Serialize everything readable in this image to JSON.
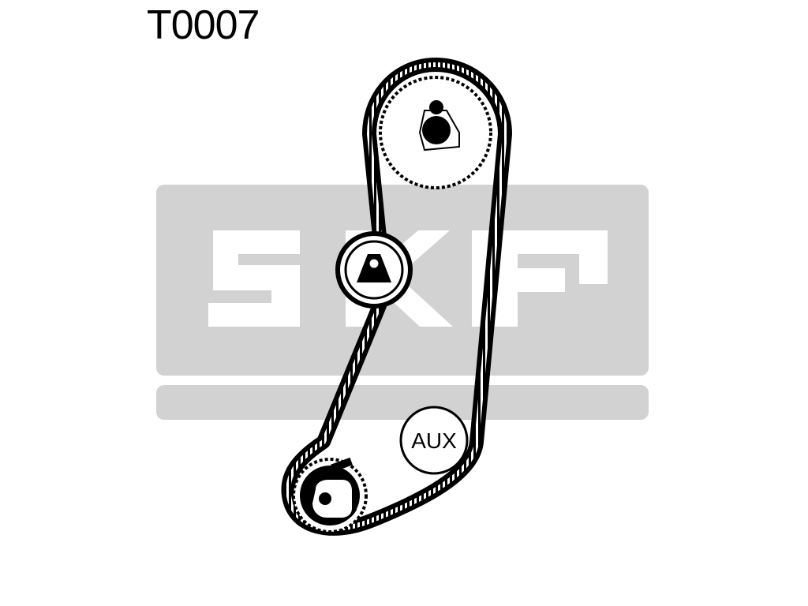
{
  "part_number": "T0007",
  "watermark": {
    "brand": "SKF",
    "color": "#d2d2d2"
  },
  "belt_drive": {
    "belt_color": "#000000",
    "aux_pulley_label": "AUX",
    "components": [
      "camshaft-sprocket",
      "tensioner-pulley",
      "auxiliary-pulley",
      "crankshaft-sprocket",
      "timing-belt"
    ]
  }
}
